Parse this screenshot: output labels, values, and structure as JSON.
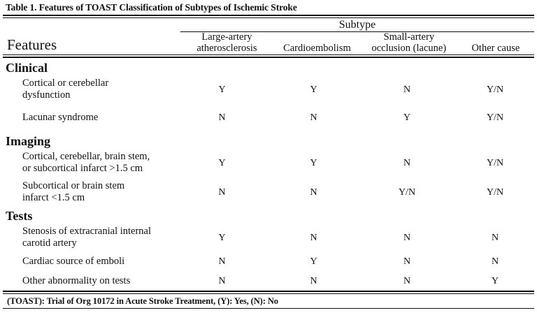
{
  "caption": "Table 1. Features of TOAST Classification of Subtypes of Ischemic Stroke",
  "header": {
    "features_label": "Features",
    "group_label": "Subtype",
    "columns": [
      {
        "line1": "Large-artery",
        "line2": "atherosclerosis"
      },
      {
        "line1": "Cardioembolism",
        "line2": ""
      },
      {
        "line1": "Small-artery",
        "line2": "occlusion (lacune)"
      },
      {
        "line1": "Other cause",
        "line2": ""
      }
    ]
  },
  "sections": [
    {
      "title": "Clinical",
      "rows": [
        {
          "label_line1": "Cortical or cerebellar",
          "label_line2": "dysfunction",
          "values": [
            "Y",
            "Y",
            "N",
            "Y/N"
          ]
        },
        {
          "label_line1": "Lacunar syndrome",
          "label_line2": "",
          "values": [
            "N",
            "N",
            "Y",
            "Y/N"
          ]
        }
      ]
    },
    {
      "title": "Imaging",
      "rows": [
        {
          "label_line1": "Cortical, cerebellar, brain stem,",
          "label_line2": "or subcortical infarct >1.5 cm",
          "values": [
            "Y",
            "Y",
            "N",
            "Y/N"
          ]
        },
        {
          "label_line1": "Subcortical or brain stem",
          "label_line2": "infarct <1.5 cm",
          "values": [
            "N",
            "N",
            "Y/N",
            "Y/N"
          ]
        }
      ]
    },
    {
      "title": "Tests",
      "rows": [
        {
          "label_line1": "Stenosis of extracranial internal",
          "label_line2": "carotid artery",
          "values": [
            "Y",
            "N",
            "N",
            "N"
          ]
        },
        {
          "label_line1": "Cardiac source of emboli",
          "label_line2": "",
          "values": [
            "N",
            "Y",
            "N",
            "N"
          ]
        },
        {
          "label_line1": "Other abnormality on tests",
          "label_line2": "",
          "values": [
            "N",
            "N",
            "N",
            "Y"
          ]
        }
      ]
    }
  ],
  "footnote": "(TOAST): Trial of Org 10172 in Acute Stroke Treatment, (Y): Yes, (N): No",
  "colors": {
    "rule": "#111111",
    "text": "#111111",
    "background": "#ffffff"
  }
}
